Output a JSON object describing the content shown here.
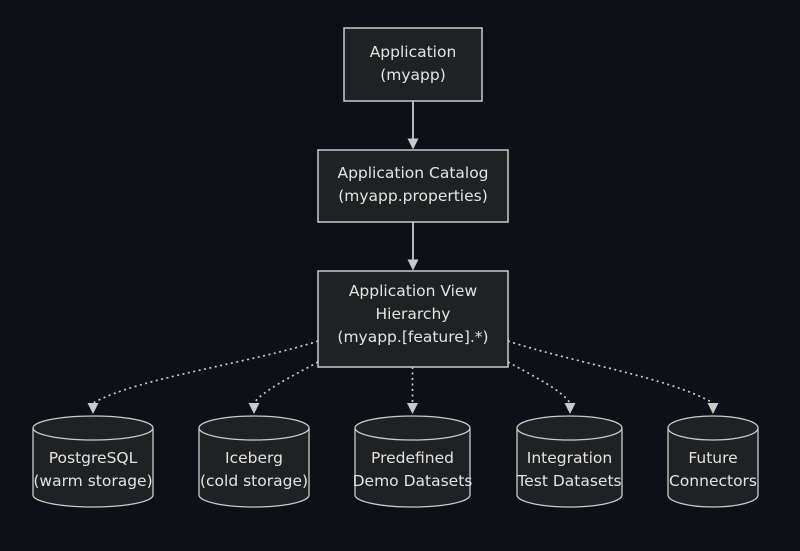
{
  "diagram": {
    "kind": "flowchart",
    "direction": "top-down",
    "colors": {
      "background": "#0d1117",
      "node_fill": "#1f2122",
      "node_border": "#cbcbcb",
      "text": "#e3e3e3",
      "edge": "#c9c9c9"
    },
    "nodes": {
      "application": {
        "shape": "rect",
        "lines": [
          "Application",
          "(myapp)"
        ]
      },
      "application_catalog": {
        "shape": "rect",
        "lines": [
          "Application Catalog",
          "(myapp.properties)"
        ]
      },
      "view_hierarchy": {
        "shape": "rect",
        "lines": [
          "Application View",
          "Hierarchy",
          "(myapp.[feature].*)"
        ]
      },
      "postgresql": {
        "shape": "cylinder",
        "lines": [
          "PostgreSQL",
          "(warm storage)"
        ]
      },
      "iceberg": {
        "shape": "cylinder",
        "lines": [
          "Iceberg",
          "(cold storage)"
        ]
      },
      "predefined_demo": {
        "shape": "cylinder",
        "lines": [
          "Predefined",
          "Demo Datasets"
        ]
      },
      "integration_test": {
        "shape": "cylinder",
        "lines": [
          "Integration",
          "Test Datasets"
        ]
      },
      "future_connectors": {
        "shape": "cylinder",
        "lines": [
          "Future",
          "Connectors"
        ]
      }
    },
    "edges": [
      {
        "from": "application",
        "to": "application_catalog",
        "style": "solid",
        "arrow": true
      },
      {
        "from": "application_catalog",
        "to": "view_hierarchy",
        "style": "solid",
        "arrow": true
      },
      {
        "from": "view_hierarchy",
        "to": "postgresql",
        "style": "dotted",
        "arrow": true
      },
      {
        "from": "view_hierarchy",
        "to": "iceberg",
        "style": "dotted",
        "arrow": true
      },
      {
        "from": "view_hierarchy",
        "to": "predefined_demo",
        "style": "dotted",
        "arrow": true
      },
      {
        "from": "view_hierarchy",
        "to": "integration_test",
        "style": "dotted",
        "arrow": true
      },
      {
        "from": "view_hierarchy",
        "to": "future_connectors",
        "style": "dotted",
        "arrow": true
      }
    ]
  }
}
